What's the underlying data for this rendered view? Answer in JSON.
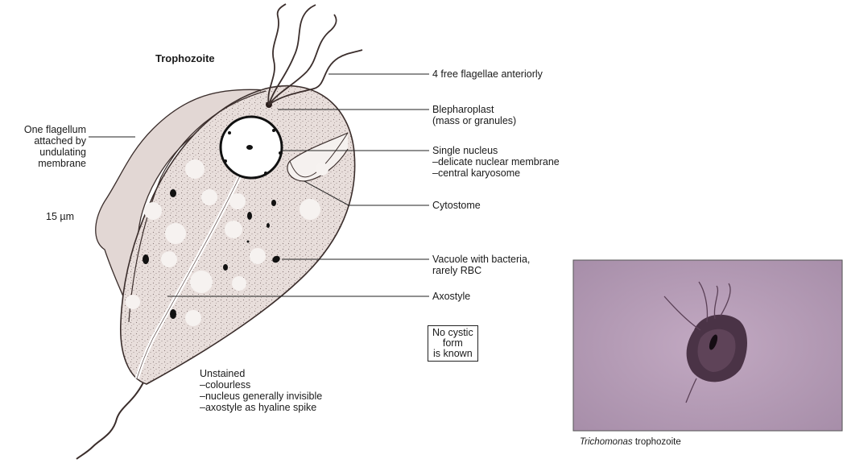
{
  "title": "Trophozoite",
  "labels": {
    "flagella": "4 free flagellae anteriorly",
    "blepharoplast_1": "Blepharoplast",
    "blepharoplast_2": "(mass or granules)",
    "nucleus_1": "Single nucleus",
    "nucleus_2": "–delicate nuclear membrane",
    "nucleus_3": "–central karyosome",
    "cytostome": "Cytostome",
    "vacuole_1": "Vacuole with bacteria,",
    "vacuole_2": "rarely RBC",
    "axostyle": "Axostyle",
    "membrane_1": "One flagellum",
    "membrane_2": "attached by",
    "membrane_3": "undulating",
    "membrane_4": "membrane",
    "size": "15 µm"
  },
  "note_box": {
    "line1": "No cystic",
    "line2": "form",
    "line3": "is known"
  },
  "unstained": {
    "line1": "Unstained",
    "line2": "–colourless",
    "line3": "–nucleus generally invisible",
    "line4": "–axostyle as hyaline spike"
  },
  "photo_caption": {
    "genus": "Trichomonas",
    "rest": " trophozoite"
  },
  "colors": {
    "cell_fill": "#e6dcd8",
    "stipple": "#8a7a78",
    "outline": "#3b2e2c",
    "photo_bg": "#b49bb4",
    "organism": "#4a3346"
  }
}
